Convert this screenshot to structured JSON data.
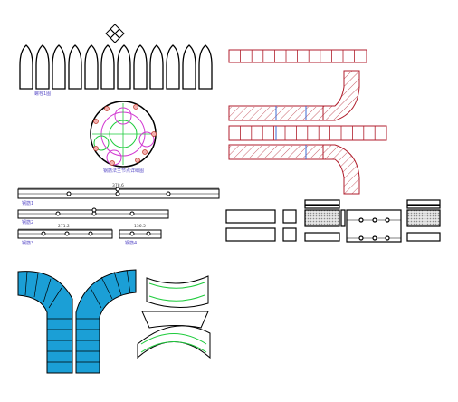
{
  "labels": {
    "bullets": "螺栓1图",
    "circle": "钢筋法兰节点详细图",
    "bar1": "钢筋1",
    "bar2": "钢筋2",
    "bar3": "钢筋3",
    "bar4": "钢筋4",
    "dim1": "378.6",
    "dim2": "271.2",
    "dim3": "136.5"
  },
  "colors": {
    "outline": "#000000",
    "red": "#b01e2c",
    "blue_fill": "#1b9fd6",
    "green": "#1ecb3c",
    "magenta": "#d23ad2",
    "label": "#5b4fc8",
    "hatch_grey": "#bbbbbb"
  },
  "icons": [
    "arrow-key-cross-icon"
  ]
}
